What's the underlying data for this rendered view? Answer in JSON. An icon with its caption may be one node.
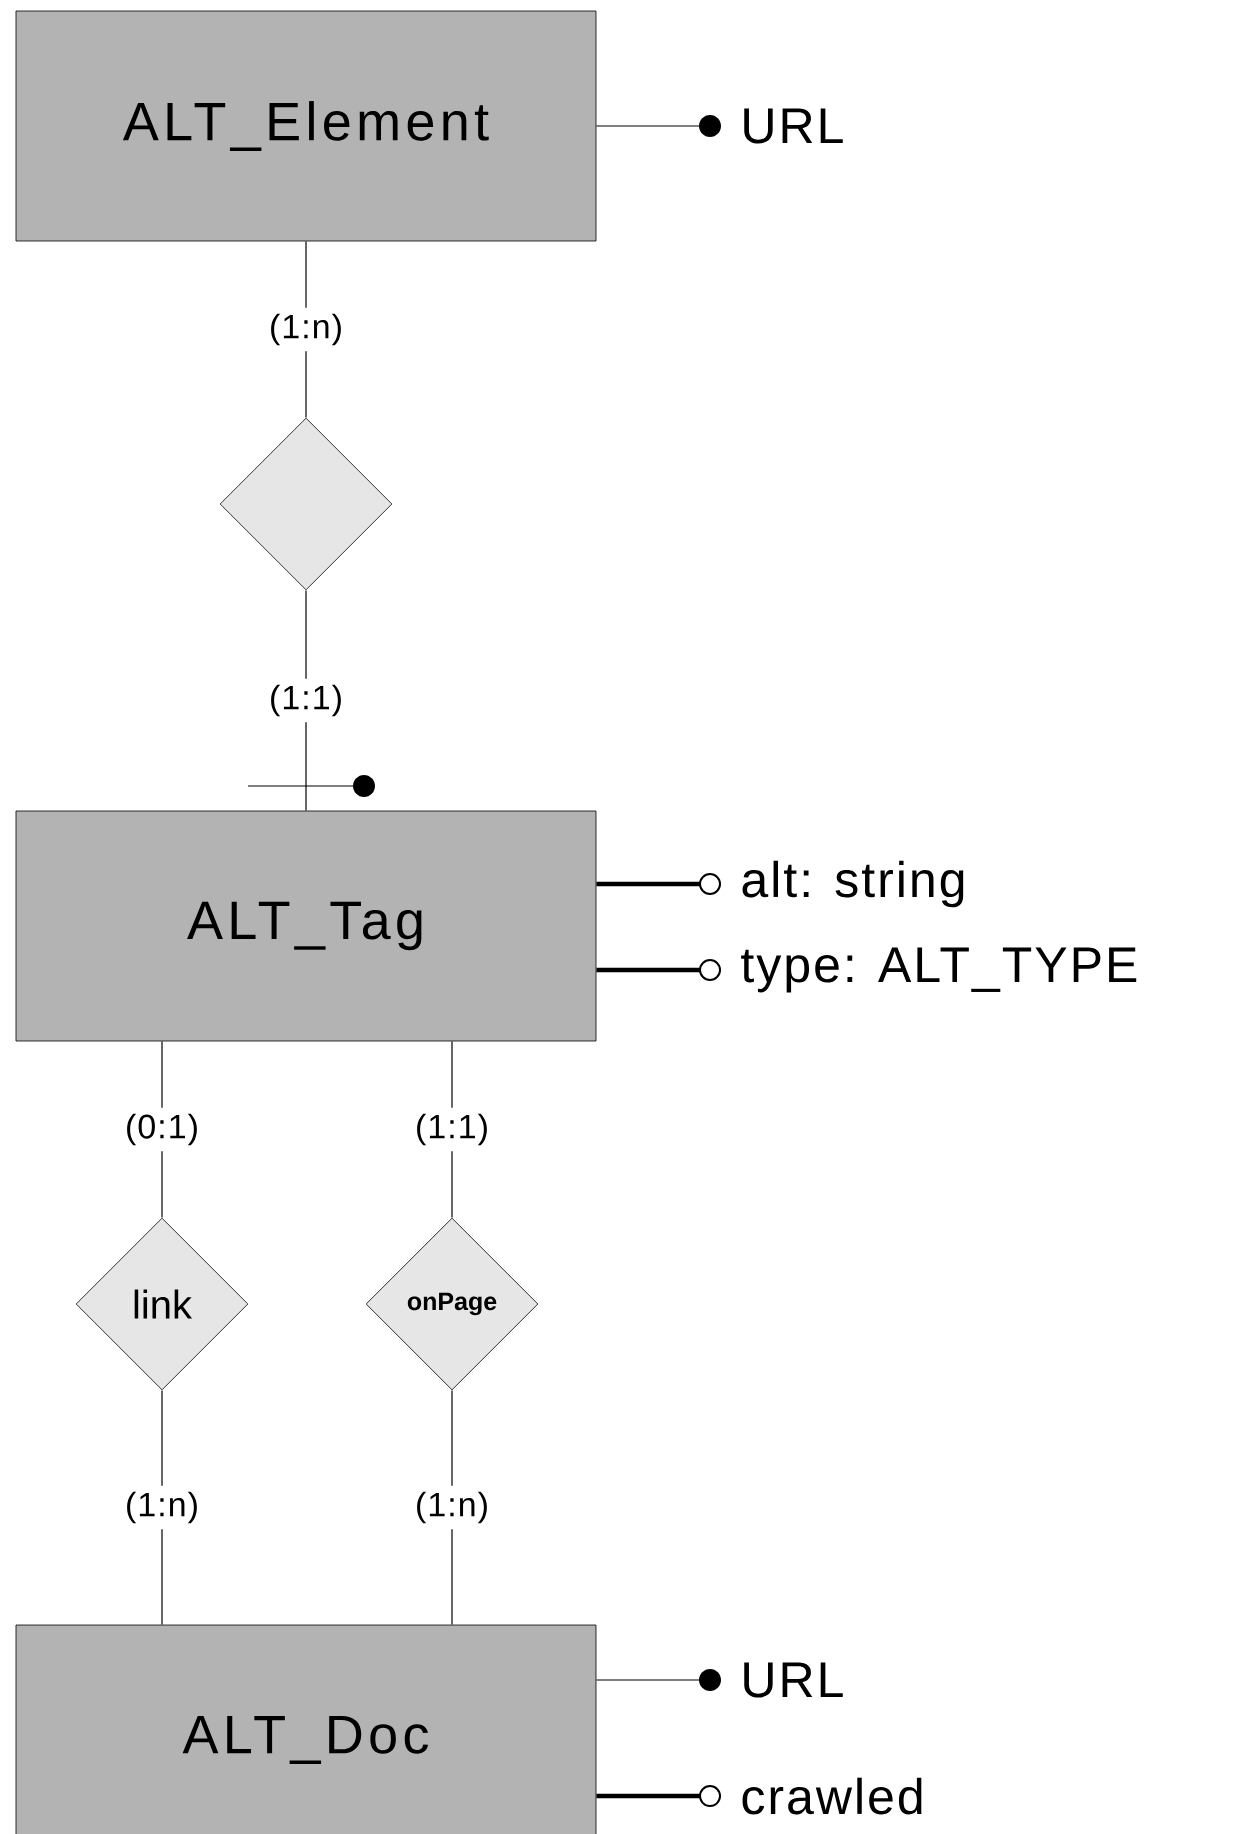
{
  "diagram": {
    "nodes": [
      {
        "text": [
          "ALT_Element"
        ]
      },
      {
        "text": [
          "URL"
        ]
      },
      {
        "text": [],
        "shape": "diamond"
      },
      {
        "text": [
          "ALT_Tag"
        ]
      },
      {
        "text": [
          "alt: string"
        ]
      },
      {
        "text": [
          "type: ALT_TYPE"
        ]
      },
      {
        "text": [
          "link"
        ]
      },
      {
        "text": [
          "onPage"
        ]
      },
      {
        "text": [
          "ALT_Doc"
        ]
      },
      {
        "text": [
          "URL"
        ]
      },
      {
        "text": [
          "crawled"
        ]
      }
    ],
    "edges": [
      {
        "from": 0,
        "to": 1,
        "arrow": "other"
      },
      {
        "from": 0,
        "to": 2,
        "arrow": "none",
        "label": "(1:n)"
      },
      {
        "from": 2,
        "to": 3,
        "arrow": "none",
        "label": "(1:1)"
      },
      {
        "from": 3,
        "to": 4,
        "arrow": "other",
        "style": "thick"
      },
      {
        "from": 3,
        "to": 5,
        "arrow": "other",
        "style": "thick"
      },
      {
        "from": 3,
        "to": 6,
        "arrow": "none",
        "label": "(0:1)"
      },
      {
        "from": 6,
        "to": 8,
        "arrow": "none",
        "label": "(1:n)"
      },
      {
        "from": 3,
        "to": 7,
        "arrow": "none",
        "label": "(1:1)"
      },
      {
        "from": 7,
        "to": 8,
        "arrow": "none",
        "label": "(1:n)"
      },
      {
        "from": 8,
        "to": 9,
        "arrow": "other"
      },
      {
        "from": 8,
        "to": 10,
        "arrow": "other",
        "style": "thick"
      }
    ]
  }
}
